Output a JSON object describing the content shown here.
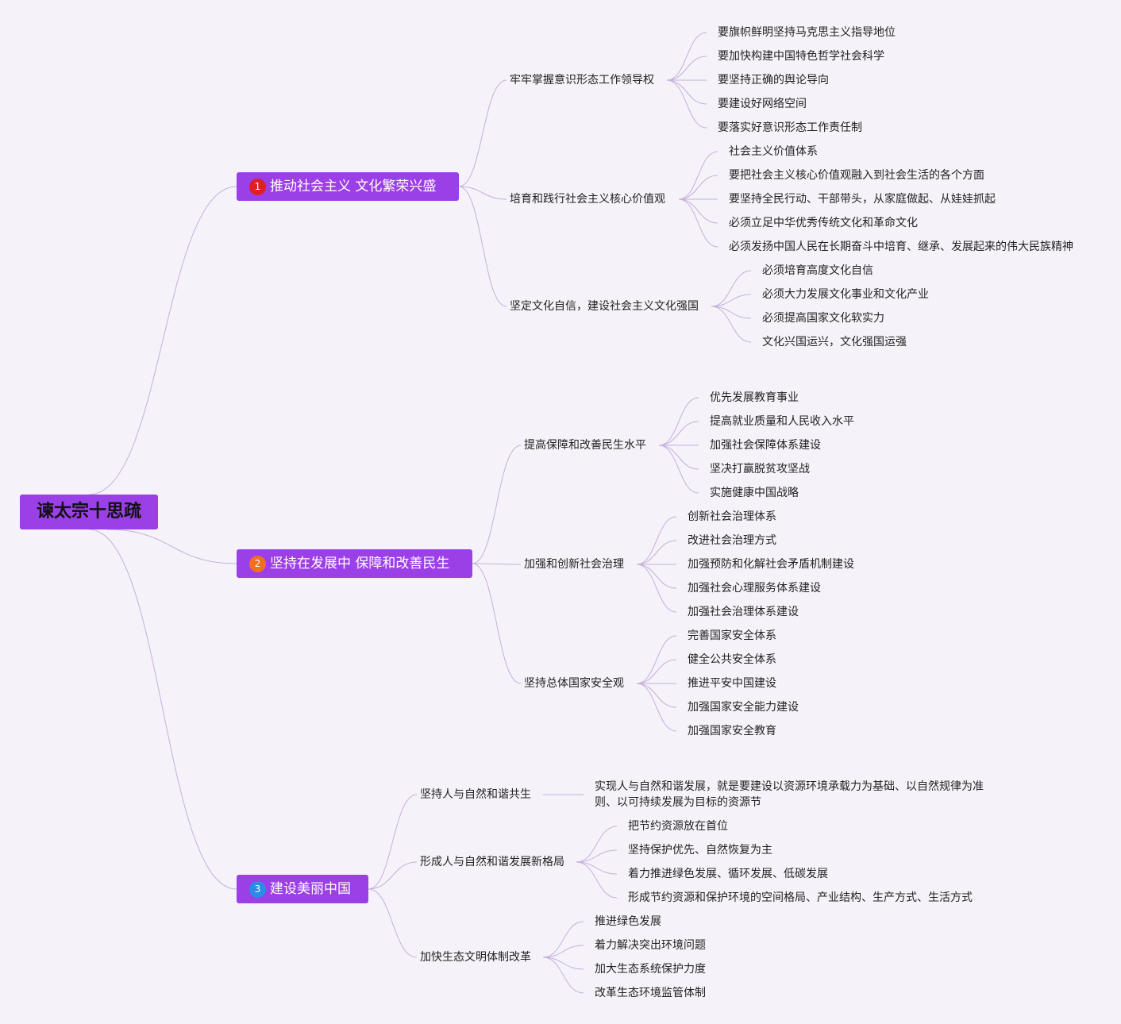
{
  "root": {
    "label": "谏太宗十思疏"
  },
  "colors": {
    "node_fill": "#9b3fe6",
    "edge": "#c4b0dc",
    "badge_1": "#e02020",
    "badge_2": "#f07020",
    "badge_3": "#2b8ce8"
  },
  "branches": [
    {
      "badge": "1",
      "label": "推动社会主义 文化繁荣兴盛",
      "topics": [
        {
          "label": "牢牢掌握意识形态工作领导权",
          "leaves": [
            "要旗帜鲜明坚持马克思主义指导地位",
            "要加快构建中国特色哲学社会科学",
            "要坚持正确的舆论导向",
            "要建设好网络空间",
            "要落实好意识形态工作责任制"
          ]
        },
        {
          "label": "培育和践行社会主义核心价值观",
          "leaves": [
            "社会主义价值体系",
            "要把社会主义核心价值观融入到社会生活的各个方面",
            "要坚持全民行动、干部带头，从家庭做起、从娃娃抓起",
            "必须立足中华优秀传统文化和革命文化",
            "必须发扬中国人民在长期奋斗中培育、继承、发展起来的伟大民族精神"
          ]
        },
        {
          "label": "坚定文化自信，建设社会主义文化强国",
          "leaves": [
            "必须培育高度文化自信",
            "必须大力发展文化事业和文化产业",
            "必须提高国家文化软实力",
            "文化兴国运兴，文化强国运强"
          ]
        }
      ]
    },
    {
      "badge": "2",
      "label": "坚持在发展中 保障和改善民生",
      "topics": [
        {
          "label": "提高保障和改善民生水平",
          "leaves": [
            "优先发展教育事业",
            "提高就业质量和人民收入水平",
            "加强社会保障体系建设",
            "坚决打赢脱贫攻坚战",
            "实施健康中国战略"
          ]
        },
        {
          "label": "加强和创新社会治理",
          "leaves": [
            "创新社会治理体系",
            "改进社会治理方式",
            "加强预防和化解社会矛盾机制建设",
            "加强社会心理服务体系建设",
            "加强社会治理体系建设"
          ]
        },
        {
          "label": "坚持总体国家安全观",
          "leaves": [
            "完善国家安全体系",
            "健全公共安全体系",
            "推进平安中国建设",
            "加强国家安全能力建设",
            "加强国家安全教育"
          ]
        }
      ]
    },
    {
      "badge": "3",
      "label": "建设美丽中国",
      "topics": [
        {
          "label": "坚持人与自然和谐共生",
          "leaves": [
            "实现人与自然和谐发展，就是要建设以资源环境承载力为基础、以自然规律为准则、以可持续发展为目标的资源节"
          ]
        },
        {
          "label": "形成人与自然和谐发展新格局",
          "leaves": [
            "把节约资源放在首位",
            "坚持保护优先、自然恢复为主",
            "着力推进绿色发展、循环发展、低碳发展",
            "形成节约资源和保护环境的空间格局、产业结构、生产方式、生活方式"
          ]
        },
        {
          "label": "加快生态文明体制改革",
          "leaves": [
            "推进绿色发展",
            "着力解决突出环境问题",
            "加大生态系统保护力度",
            "改革生态环境监管体制"
          ]
        }
      ]
    }
  ]
}
